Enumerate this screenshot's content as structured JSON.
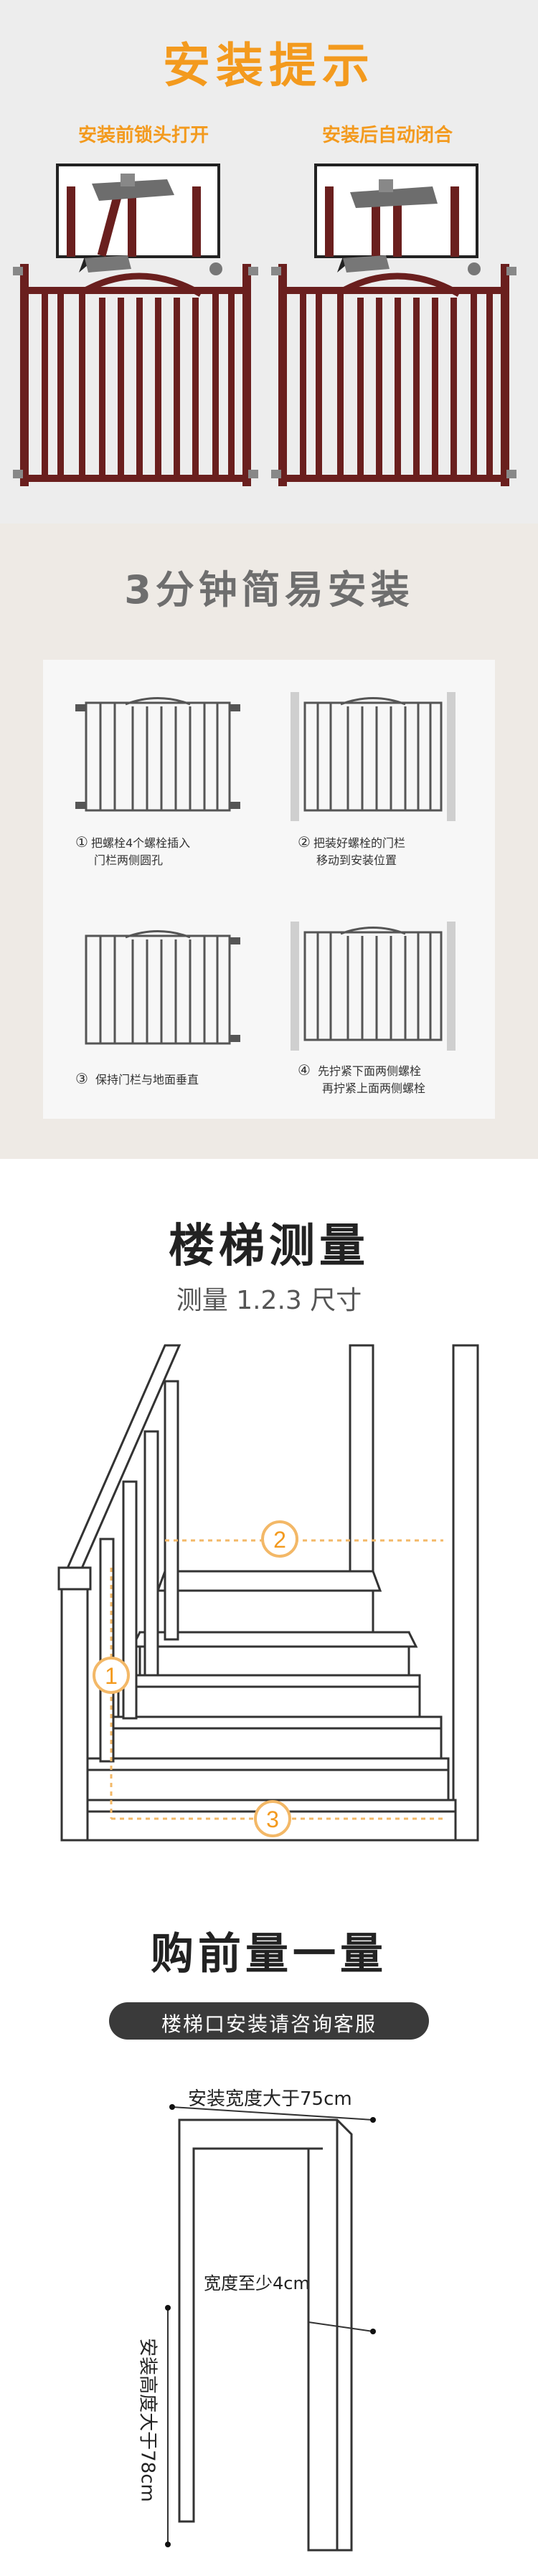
{
  "tips": {
    "title": "安装提示",
    "left_label": "安装前锁头打开",
    "right_label": "安装后自动闭合"
  },
  "easy": {
    "title": "3分钟简易安装",
    "steps": [
      {
        "num": "①",
        "line1": "把螺栓4个螺栓插入",
        "line2": "门栏两侧圆孔"
      },
      {
        "num": "②",
        "line1": "把装好螺栓的门栏",
        "line2": "移动到安装位置"
      },
      {
        "num": "③",
        "line1": "保持门栏与地面垂直",
        "line2": ""
      },
      {
        "num": "④",
        "line1": "先拧紧下面两侧螺栓",
        "line2": "再拧紧上面两侧螺栓"
      }
    ]
  },
  "stair": {
    "title": "楼梯测量",
    "subtitle": "测量 1.2.3  尺寸",
    "marks": [
      "1",
      "2",
      "3"
    ]
  },
  "measure": {
    "title": "购前量一量",
    "banner": "楼梯口安装请咨询客服",
    "width_label": "安装宽度大于75cm",
    "depth_label": "宽度至少4cm",
    "height_label": "安装高度大于78cm"
  },
  "colors": {
    "orange": "#F39A1E",
    "gate_brown": "#6A1F1E",
    "dark_text": "#222222",
    "banner_bg": "#3A3A3A",
    "step_circle": "#F3B867"
  }
}
